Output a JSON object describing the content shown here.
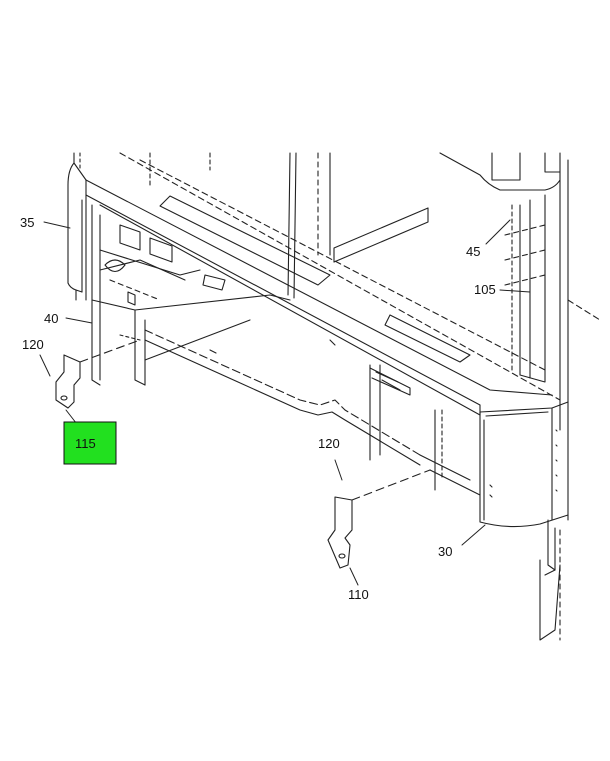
{
  "highlight_color": "#22e01f",
  "callouts": {
    "c35": "35",
    "c40": "40",
    "c120a": "120",
    "c115": "115",
    "c45": "45",
    "c105": "105",
    "c120b": "120",
    "c110": "110",
    "c30": "30"
  }
}
